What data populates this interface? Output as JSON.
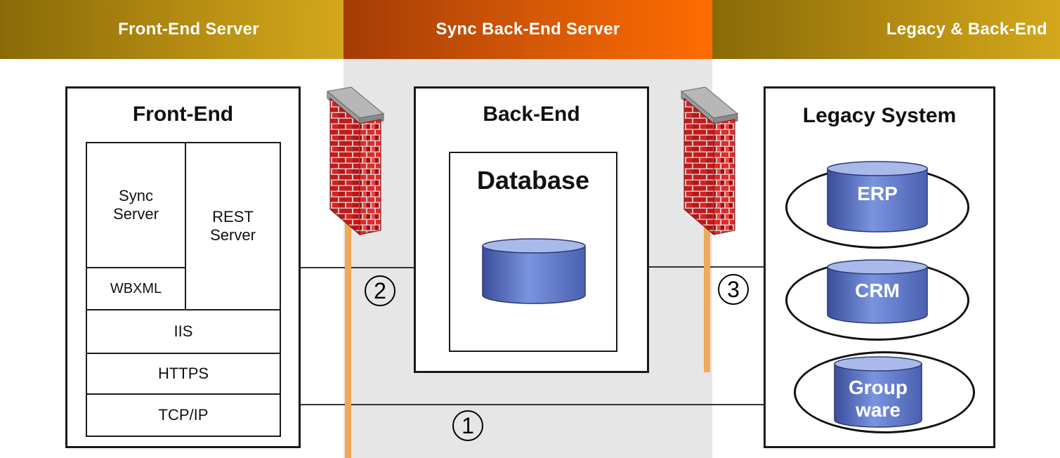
{
  "header": {
    "front_end_server": "Front-End Server",
    "sync_back_end_server": "Sync Back-End Server",
    "legacy_back_end": "Legacy & Back-End"
  },
  "front_end": {
    "title": "Front-End",
    "sync_server": "Sync\nServer",
    "rest_server": "REST\nServer",
    "wbxml": "WBXML",
    "iis": "IIS",
    "https": "HTTPS",
    "tcpip": "TCP/IP"
  },
  "back_end": {
    "title": "Back-End",
    "database": "Database"
  },
  "legacy": {
    "title": "Legacy System",
    "erp": "ERP",
    "crm": "CRM",
    "groupware": "Group\nware"
  },
  "connections": {
    "c1": "1",
    "c2": "2",
    "c3": "3"
  },
  "colors": {
    "header_gold": "#b58c12",
    "header_orange": "#ff6c00",
    "zone_grey": "#e6e6e6",
    "firewall_brick": "#c8191b",
    "pole": "#f2a85a",
    "cylinder": "#6a82d0"
  }
}
